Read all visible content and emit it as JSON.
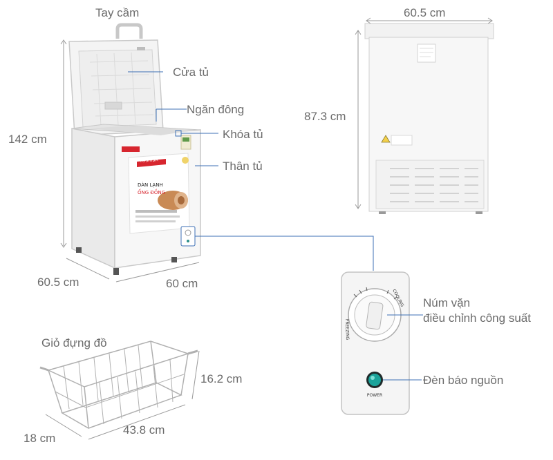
{
  "colors": {
    "dimension_line": "#9a9a9a",
    "callout_line": "#3c6fb4",
    "label_text": "#6b6b6b",
    "brand_red": "#d7262f",
    "indicator_green": "#1aa39a"
  },
  "callouts": {
    "handle": "Tay cầm",
    "door": "Cửa tủ",
    "freezer_compartment": "Ngăn đông",
    "lock": "Khóa tủ",
    "body": "Thân tủ",
    "knob_line1": "Núm vặn",
    "knob_line2": "điều chỉnh công suất",
    "power_light": "Đèn báo nguồn",
    "basket": "Giỏ đựng đồ"
  },
  "dimensions": {
    "front_height": "142 cm",
    "front_depth": "60.5 cm",
    "front_width": "60 cm",
    "back_width": "60.5 cm",
    "back_height": "87.3 cm",
    "basket_height": "16.2 cm",
    "basket_depth": "18 cm",
    "basket_width": "43.8 cm"
  },
  "product_print": {
    "brand": "TOSHIBA",
    "panel_line1": "DÀN LẠNH",
    "panel_line2": "ỐNG ĐỒNG",
    "knob_cooling": "COOLING",
    "knob_freezing": "FREEZING",
    "power_caption": "POWER"
  },
  "icons": [
    "freezer-front-illustration",
    "freezer-back-illustration",
    "control-panel-closeup",
    "wire-basket-illustration"
  ]
}
